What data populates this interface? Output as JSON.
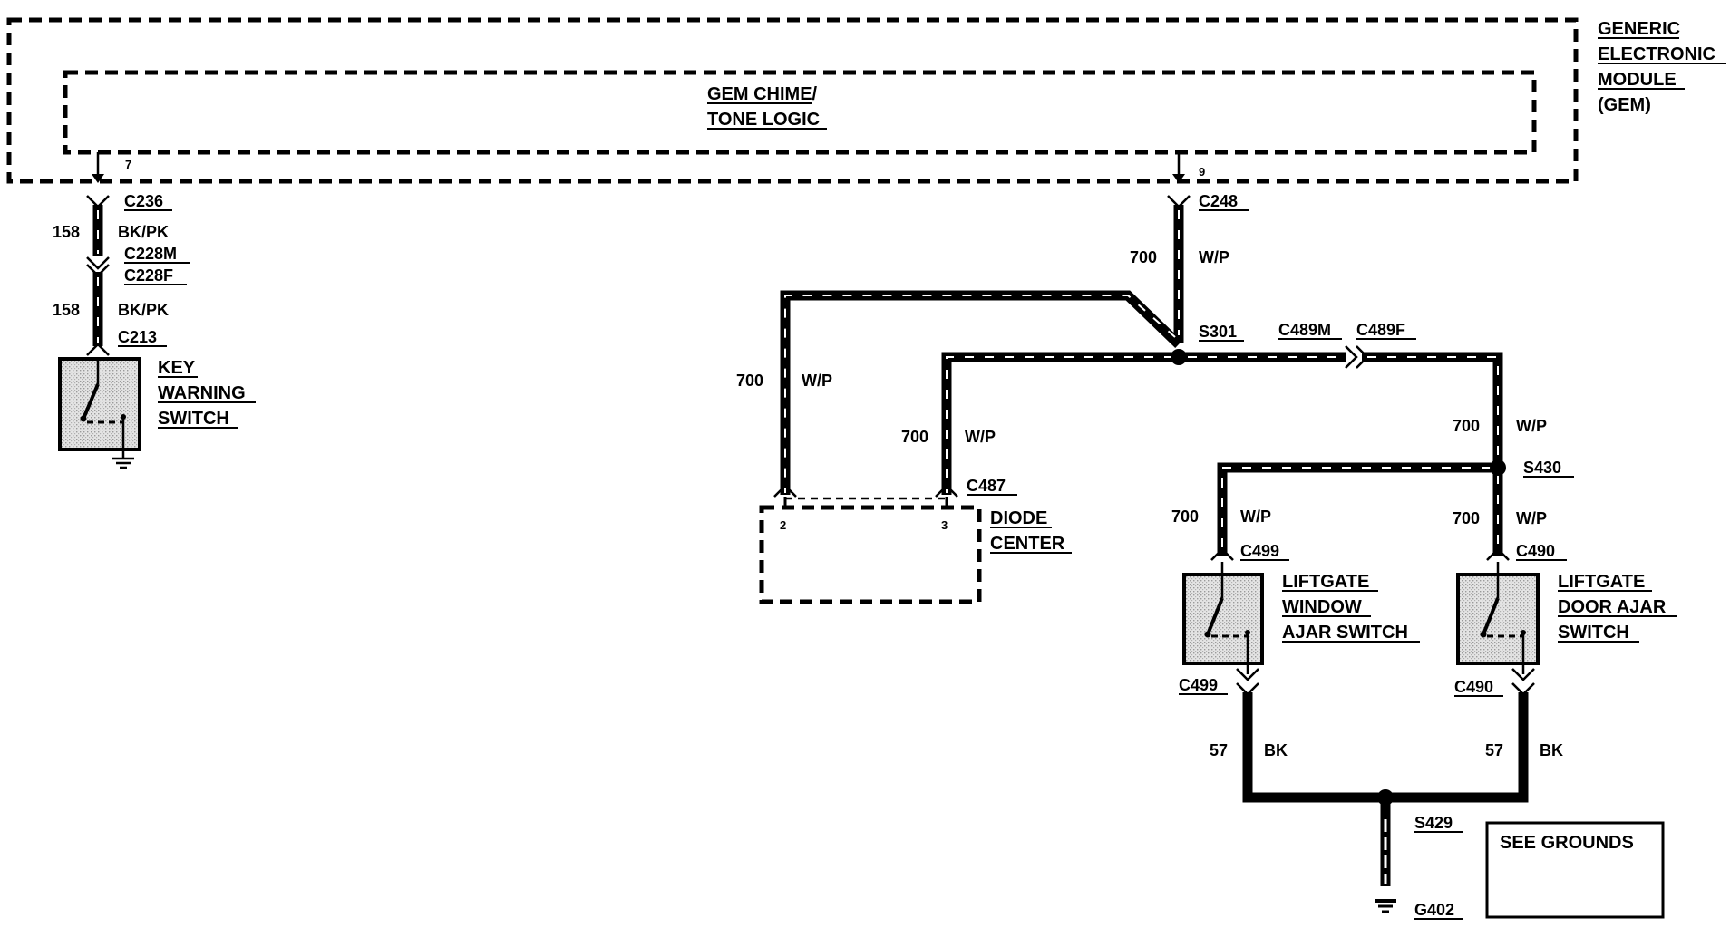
{
  "module": {
    "name_lines": [
      "GENERIC",
      "ELECTRONIC",
      "MODULE",
      "(GEM)"
    ],
    "logic_lines": [
      "GEM CHIME/",
      "TONE LOGIC"
    ],
    "pin_left": "7",
    "pin_right": "9"
  },
  "left_branch": {
    "c236": "C236",
    "circuit_1": "158",
    "color_1": "BK/PK",
    "c228m": "C228M",
    "c228f": "C228F",
    "circuit_2": "158",
    "color_2": "BK/PK",
    "c213": "C213",
    "switch_lines": [
      "KEY",
      "WARNING",
      "SWITCH"
    ]
  },
  "right_branch": {
    "c248": "C248",
    "top_circuit": "700",
    "top_color": "W/P",
    "s301": "S301",
    "c489m": "C489M",
    "c489f": "C489F",
    "outer_circuit": "700",
    "outer_color": "W/P",
    "inner_circuit": "700",
    "inner_color": "W/P",
    "c487": "C487",
    "diode_pin_2": "2",
    "diode_pin_3": "3",
    "diode_lines": [
      "DIODE",
      "CENTER"
    ],
    "right_circuit": "700",
    "right_color": "W/P",
    "s430": "S430",
    "window_circuit": "700",
    "window_color": "W/P",
    "c499_top": "C499",
    "door_circuit": "700",
    "door_color": "W/P",
    "c490_top": "C490",
    "window_switch_lines": [
      "LIFTGATE",
      "WINDOW",
      "AJAR SWITCH"
    ],
    "door_switch_lines": [
      "LIFTGATE",
      "DOOR AJAR",
      "SWITCH"
    ],
    "c499_bottom": "C499",
    "c490_bottom": "C490",
    "ground_circuit_1": "57",
    "ground_color_1": "BK",
    "ground_circuit_2": "57",
    "ground_color_2": "BK",
    "s429": "S429",
    "g402": "G402",
    "see_grounds": "SEE GROUNDS"
  },
  "colors": {
    "ink": "#000000",
    "module_fill": "#d8d8d8",
    "background": "#ffffff"
  }
}
